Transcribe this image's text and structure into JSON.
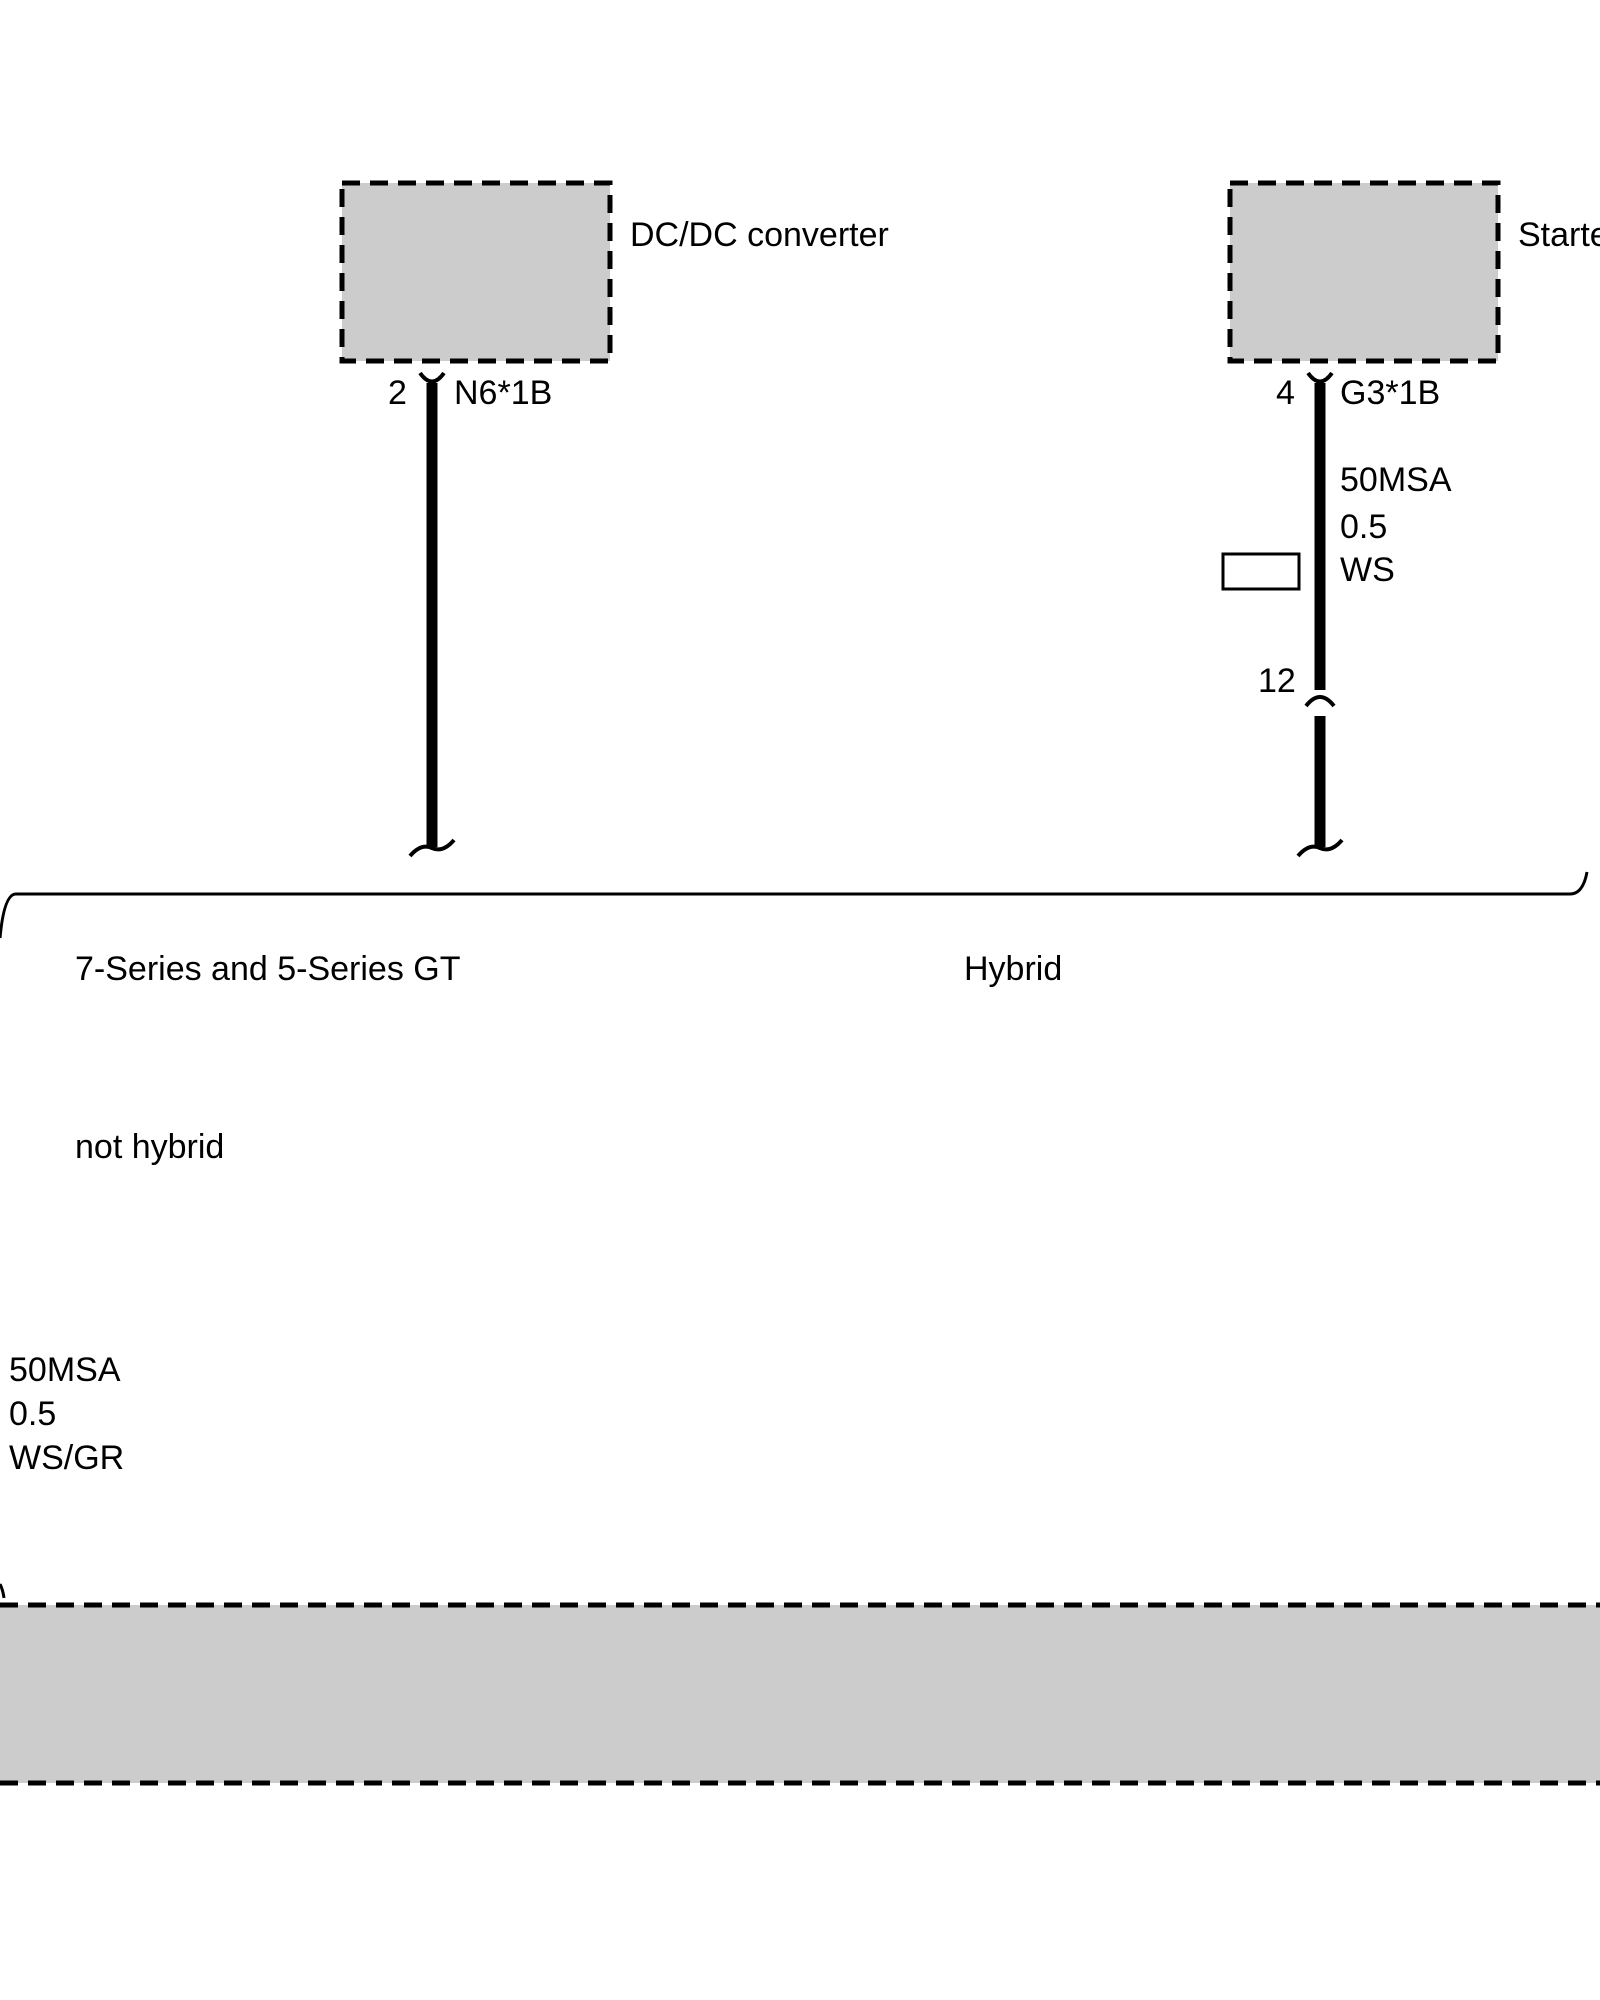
{
  "colors": {
    "component_fill": "#cccccc",
    "line": "#000000",
    "background": "#ffffff"
  },
  "components": {
    "dcdc": {
      "name": "DC/DC converter",
      "pin": "2",
      "connector": "N6*1B"
    },
    "starter": {
      "name": "Starte",
      "pin": "4",
      "connector": "G3*1B",
      "wire_code": "50MSA",
      "wire_size": "0.5",
      "wire_color": "WS",
      "inline_pin": "12"
    }
  },
  "variants": {
    "left_label": "7-Series and 5-Series GT",
    "right_label": "Hybrid",
    "lower_label": "not hybrid"
  },
  "lower_wire": {
    "code": "50MSA",
    "size": "0.5",
    "color": "WS/GR"
  }
}
